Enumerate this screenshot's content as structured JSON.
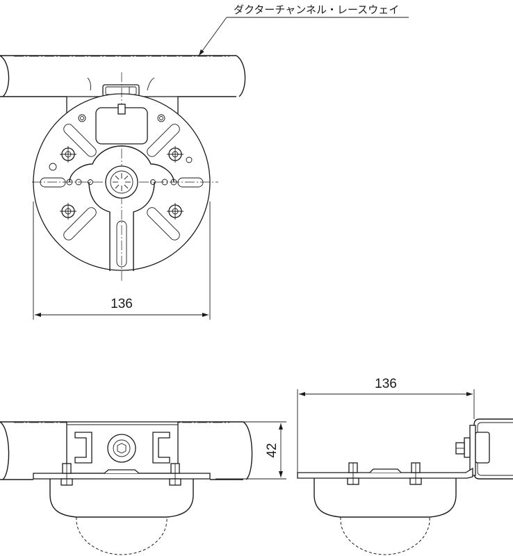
{
  "callout": {
    "label": "ダクターチャンネル・レースウェイ"
  },
  "dimensions": {
    "top_width": "136",
    "side_width": "136",
    "front_height": "42"
  }
}
